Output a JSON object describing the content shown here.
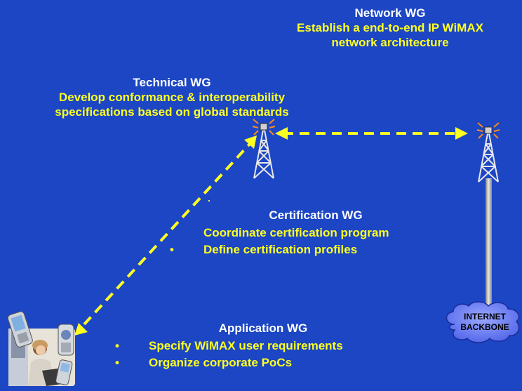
{
  "network_wg": {
    "title": "Network WG",
    "line1": "Establish a end-to-end IP WiMAX",
    "line2": "network architecture"
  },
  "technical_wg": {
    "title": "Technical WG",
    "line1": "Develop conformance & interoperability",
    "line2": "specifications based on global standards"
  },
  "certification_wg": {
    "title": "Certification WG",
    "items": [
      "Coordinate certification program",
      "Define certification profiles"
    ]
  },
  "application_wg": {
    "title": "Application WG",
    "items": [
      "Specify WiMAX user requirements",
      "Organize corporate PoCs"
    ]
  },
  "bullet": "•",
  "cloud": {
    "line1": "INTERNET",
    "line2": "BACKBONE"
  },
  "colors": {
    "background": "#1c46c4",
    "heading": "#ffffff",
    "text": "#ffff22",
    "dashed_link": "#ffff22"
  },
  "icons": [
    "radio-tower-icon",
    "radio-tower-icon",
    "internet-cloud-icon",
    "mobile-users-photo"
  ]
}
